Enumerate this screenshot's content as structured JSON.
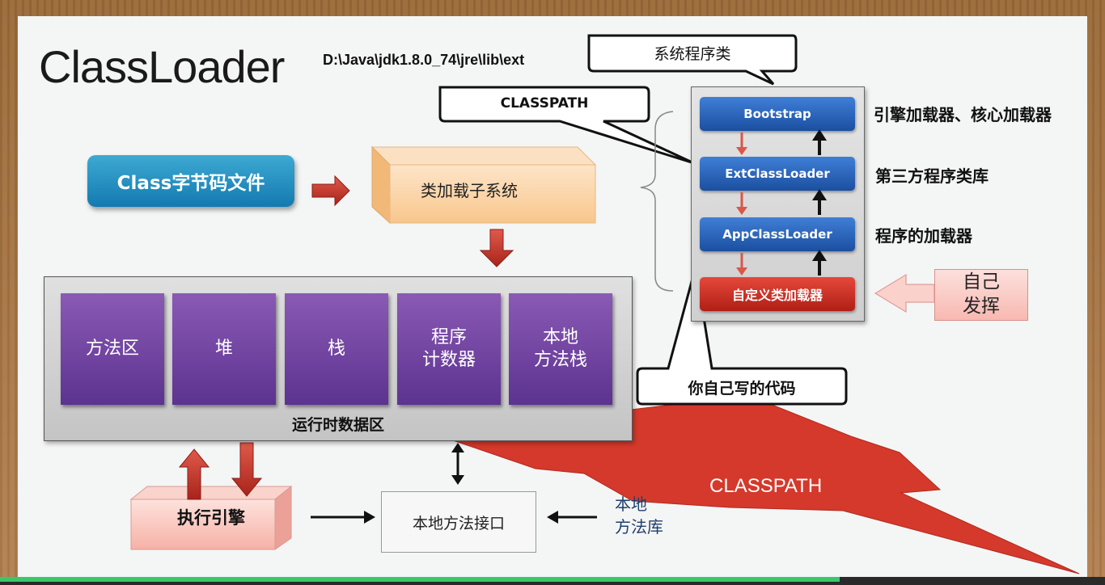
{
  "slide": {
    "title": "ClassLoader",
    "ext_path": "D:\\Java\\jdk1.8.0_74\\jre\\lib\\ext",
    "callouts": {
      "system_classes": "系统程序类",
      "classpath": "CLASSPATH",
      "your_code": "你自己写的代码"
    },
    "class_file": "Class字节码文件",
    "class_loader_subsystem": "类加载子系统",
    "runtime_area": {
      "label": "运行时数据区",
      "areas": [
        "方法区",
        "堆",
        "栈",
        "程序\n计数器",
        "本地\n方法栈"
      ]
    },
    "execution_engine": "执行引擎",
    "native_interface": "本地方法接口",
    "native_library": "本地\n方法库",
    "loaders": [
      "Bootstrap",
      "ExtClassLoader",
      "AppClassLoader",
      "自定义类加载器"
    ],
    "loader_descriptions": [
      "引擎加载器、核心加载器",
      "第三方程序类库",
      "程序的加载器"
    ],
    "self_note": "自己\n发挥",
    "lightning_label": "CLASSPATH"
  },
  "player": {
    "progress_fraction": 0.76
  },
  "colors": {
    "blue_box": "#1f86bd",
    "purple_area": "#6b3fa0",
    "loader_blue": "#2a63be",
    "loader_red": "#c8281c",
    "arrow_red": "#c0392b",
    "lightning_red": "#d33a2c"
  }
}
